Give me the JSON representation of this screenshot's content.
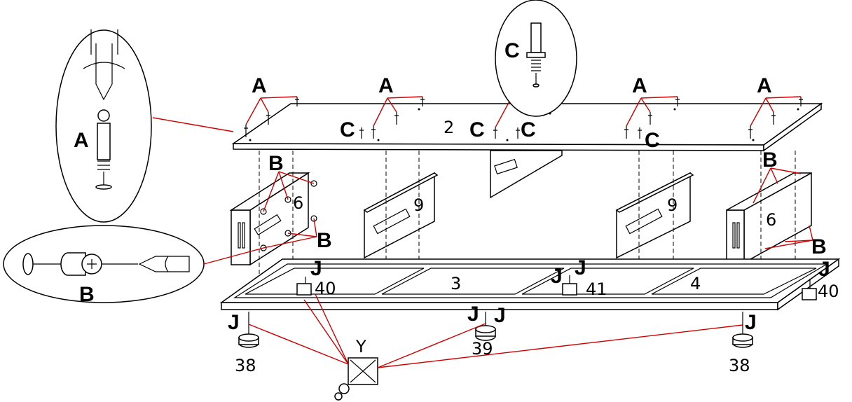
{
  "figure": {
    "labels": {
      "A": "A",
      "B": "B",
      "C": "C",
      "J": "J",
      "Y": "Y"
    },
    "part_numbers": {
      "p2": "2",
      "p3": "3",
      "p4": "4",
      "p6": "6",
      "p9": "9",
      "p38": "38",
      "p39": "39",
      "p40": "40",
      "p41": "41"
    },
    "colors": {
      "line": "#000000",
      "leader": "#d00000",
      "background": "#ffffff"
    },
    "icons": [
      "cam-bolt-A",
      "cam-lock-B",
      "dowel-C",
      "screwdriver",
      "allen-key-Y",
      "leveling-foot",
      "block-foot"
    ]
  }
}
